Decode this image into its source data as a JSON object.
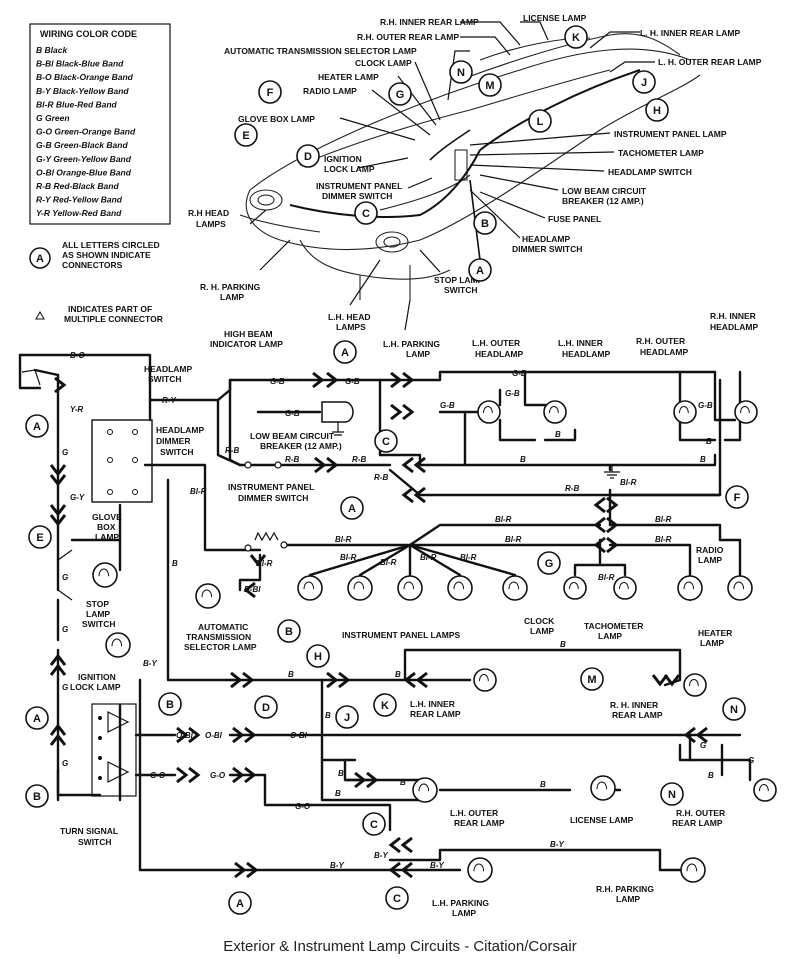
{
  "caption": "Exterior & Instrument Lamp Circuits - Citation/Corsair",
  "legend": {
    "title": "WIRING COLOR CODE",
    "items": [
      "B Black",
      "B-Bl Black-Blue Band",
      "B-O Black-Orange Band",
      "B-Y Black-Yellow Band",
      "Bl-R Blue-Red Band",
      "G Green",
      "G-O Green-Orange Band",
      "G-B Green-Black Band",
      "G-Y Green-Yellow Band",
      "O-Bl Orange-Blue Band",
      "R-B Red-Black Band",
      "R-Y Red-Yellow Band",
      "Y-R Yellow-Red Band"
    ]
  },
  "notes": {
    "connector_letter": "A",
    "connector_note_1": "ALL LETTERS CIRCLED",
    "connector_note_2": "AS SHOWN INDICATE",
    "connector_note_3": "CONNECTORS",
    "triangle_note_1": "INDICATES PART OF",
    "triangle_note_2": "MULTIPLE CONNECTOR"
  },
  "top_labels": {
    "rh_inner_rear_lamp": "R.H. INNER REAR LAMP",
    "license_lamp": "LICENSE LAMP",
    "rh_outer_rear_lamp": "R.H. OUTER REAR LAMP",
    "lh_inner_rear_lamp": "L. H. INNER REAR LAMP",
    "auto_trans_selector": "AUTOMATIC TRANSMISSION SELECTOR LAMP",
    "lh_outer_rear_lamp": "L. H. OUTER REAR LAMP",
    "clock_lamp": "CLOCK LAMP",
    "heater_lamp": "HEATER LAMP",
    "radio_lamp": "RADIO LAMP",
    "glove_box_lamp": "GLOVE BOX LAMP",
    "instrument_panel_lamp": "INSTRUMENT PANEL LAMP",
    "tachometer_lamp": "TACHOMETER LAMP",
    "headlamp_switch": "HEADLAMP SWITCH",
    "ignition_lock_lamp_1": "IGNITION",
    "ignition_lock_lamp_2": "LOCK LAMP",
    "low_beam_cb_1": "LOW BEAM CIRCUIT",
    "low_beam_cb_2": "BREAKER (12 AMP.)",
    "ip_dimmer_1": "INSTRUMENT PANEL",
    "ip_dimmer_2": "DIMMER SWITCH",
    "fuse_panel": "FUSE PANEL",
    "rh_head_lamps_1": "R.H HEAD",
    "rh_head_lamps_2": "LAMPS",
    "headlamp_dimmer_1": "HEADLAMP",
    "headlamp_dimmer_2": "DIMMER SWITCH",
    "rh_parking_1": "R. H. PARKING",
    "rh_parking_2": "LAMP",
    "stop_lamp_1": "STOP LAMP",
    "stop_lamp_2": "SWITCH",
    "lh_head_1": "L.H. HEAD",
    "lh_head_2": "LAMPS",
    "lh_parking_1": "L.H. PARKING",
    "lh_parking_2": "LAMP"
  },
  "schematic_labels": {
    "high_beam_1": "HIGH BEAM",
    "high_beam_2": "INDICATOR LAMP",
    "headlamp_switch_1": "HEADLAMP",
    "headlamp_switch_2": "SWITCH",
    "lh_outer_head_1": "L.H. OUTER",
    "lh_outer_head_2": "HEADLAMP",
    "lh_inner_head_1": "L.H. INNER",
    "lh_inner_head_2": "HEADLAMP",
    "rh_outer_head_1": "R.H. OUTER",
    "rh_outer_head_2": "HEADLAMP",
    "rh_inner_head_1": "R.H. INNER",
    "rh_inner_head_2": "HEADLAMP",
    "headlamp_dimmer_1": "HEADLAMP",
    "headlamp_dimmer_2": "DIMMER",
    "headlamp_dimmer_3": "SWITCH",
    "low_beam_1": "LOW BEAM CIRCUIT",
    "low_beam_2": "BREAKER (12 AMP.)",
    "ip_dimmer_1": "INSTRUMENT PANEL",
    "ip_dimmer_2": "DIMMER SWITCH",
    "glove_1": "GLOVE",
    "glove_2": "BOX",
    "glove_3": "LAMP",
    "stop_1": "STOP",
    "stop_2": "LAMP",
    "stop_3": "SWITCH",
    "ign_1": "IGNITION",
    "ign_2": "LOCK LAMP",
    "ats_1": "AUTOMATIC",
    "ats_2": "TRANSMISSION",
    "ats_3": "SELECTOR LAMP",
    "ip_lamps": "INSTRUMENT PANEL LAMPS",
    "clock_1": "CLOCK",
    "clock_2": "LAMP",
    "tach_1": "TACHOMETER",
    "tach_2": "LAMP",
    "radio_1": "RADIO",
    "radio_2": "LAMP",
    "heater_1": "HEATER",
    "heater_2": "LAMP",
    "lh_inner_rear_1": "L.H. INNER",
    "lh_inner_rear_2": "REAR LAMP",
    "rh_inner_rear_1": "R. H. INNER",
    "rh_inner_rear_2": "REAR LAMP",
    "lh_outer_rear_1": "L.H. OUTER",
    "lh_outer_rear_2": "REAR LAMP",
    "license": "LICENSE LAMP",
    "rh_outer_rear_1": "R.H. OUTER",
    "rh_outer_rear_2": "REAR LAMP",
    "turn_1": "TURN SIGNAL",
    "turn_2": "SWITCH",
    "lh_parking_1": "L.H. PARKING",
    "lh_parking_2": "LAMP",
    "rh_parking_1": "R.H. PARKING",
    "rh_parking_2": "LAMP"
  },
  "wire_labels": {
    "bo": "B-O",
    "yr": "Y-R",
    "ry": "R-Y",
    "gb": "G-B",
    "rb": "R-B",
    "blr": "Bl-R",
    "bbl": "B-Bl",
    "b": "B",
    "g": "G",
    "gy": "G-Y",
    "by": "B-Y",
    "obl": "O-Bl",
    "go": "G-O"
  }
}
